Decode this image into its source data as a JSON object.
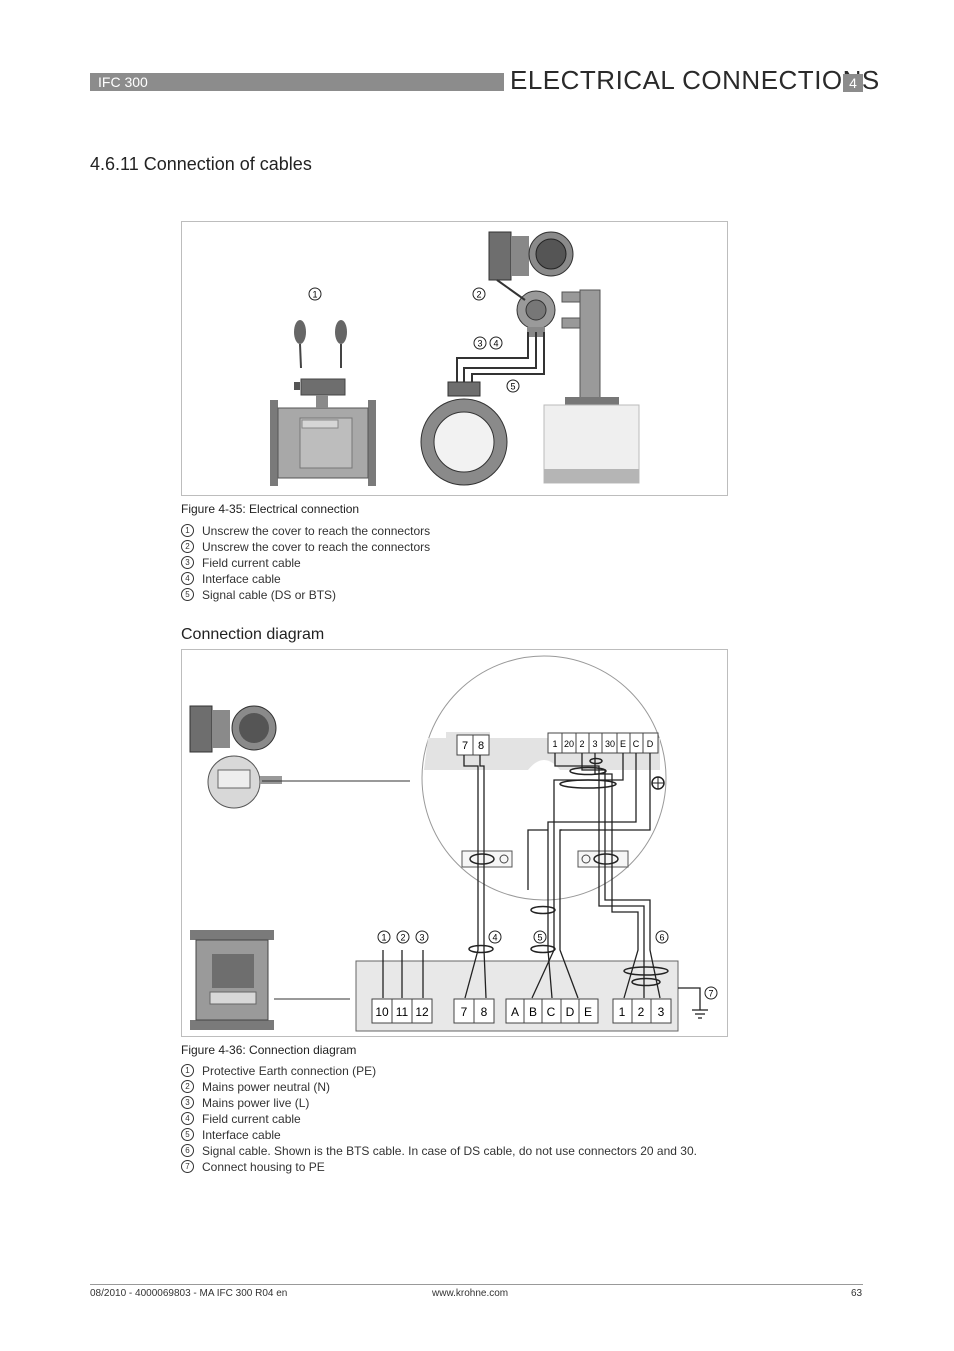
{
  "header": {
    "product": "IFC 300",
    "chapter_title": "ELECTRICAL CONNECTIONS",
    "chapter_number": "4"
  },
  "section": {
    "title": "4.6.11  Connection of cables"
  },
  "figure1": {
    "caption": "Figure 4-35: Electrical connection",
    "markers": [
      "1",
      "2",
      "3",
      "4",
      "5"
    ],
    "legend": [
      {
        "num": "1",
        "text": "Unscrew the cover to reach the connectors"
      },
      {
        "num": "2",
        "text": "Unscrew the cover to reach the connectors"
      },
      {
        "num": "3",
        "text": "Field current cable"
      },
      {
        "num": "4",
        "text": "Interface cable"
      },
      {
        "num": "5",
        "text": "Signal cable (DS or BTS)"
      }
    ]
  },
  "subsection": {
    "title": "Connection diagram"
  },
  "figure2": {
    "caption": "Figure 4-36: Connection diagram",
    "top_terminals_left": [
      "7",
      "8"
    ],
    "top_terminals_right": [
      "1",
      "20",
      "2",
      "3",
      "30",
      "E",
      "C",
      "D"
    ],
    "bottom_terminals": {
      "power": [
        "10",
        "11",
        "12"
      ],
      "field": [
        "7",
        "8"
      ],
      "interface": [
        "A",
        "B",
        "C",
        "D",
        "E"
      ],
      "signal": [
        "1",
        "2",
        "3"
      ]
    },
    "markers": [
      "1",
      "2",
      "3",
      "4",
      "5",
      "6",
      "7"
    ],
    "legend": [
      {
        "num": "1",
        "text": "Protective Earth connection (PE)"
      },
      {
        "num": "2",
        "text": "Mains power neutral (N)"
      },
      {
        "num": "3",
        "text": "Mains power live (L)"
      },
      {
        "num": "4",
        "text": "Field current cable"
      },
      {
        "num": "5",
        "text": "Interface cable"
      },
      {
        "num": "6",
        "text": "Signal cable. Shown is the BTS cable. In case of DS cable, do not use connectors 20 and 30."
      },
      {
        "num": "7",
        "text": "Connect housing to PE"
      }
    ]
  },
  "footer": {
    "doc_ref": "08/2010 - 4000069803 - MA IFC 300 R04 en",
    "website": "www.krohne.com",
    "page_number": "63"
  },
  "colors": {
    "header_bar": "#8c8c8c",
    "frame_border": "#bdbdbd",
    "device_dark": "#6e6e6e",
    "device_mid": "#9a9a9a"
  }
}
